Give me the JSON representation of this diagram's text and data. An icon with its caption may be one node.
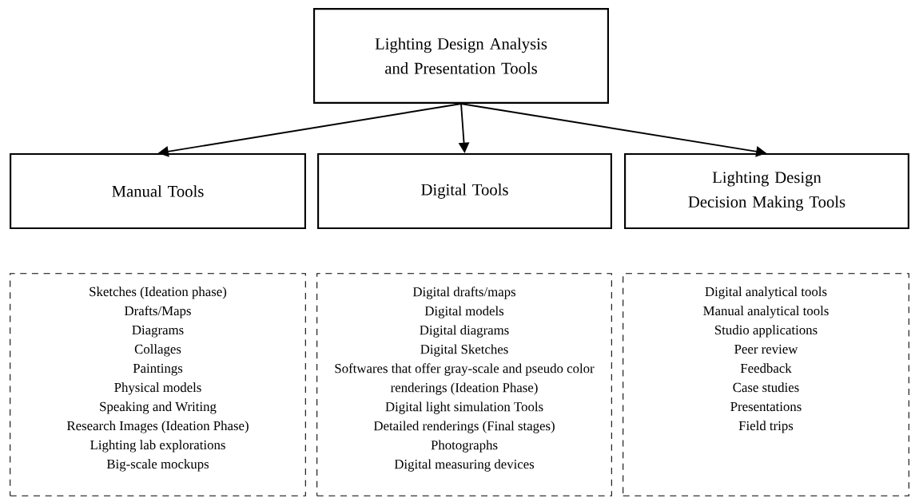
{
  "diagram": {
    "nodes": [
      {
        "text": [
          "Lighting Design Analysis and Presentation Tools"
        ]
      },
      {
        "text": [
          "Manual Tools"
        ]
      },
      {
        "text": [
          "Digital Tools"
        ]
      },
      {
        "text": [
          "Lighting Design Decision Making Tools"
        ]
      },
      {
        "text": [
          "Sketches (Ideation phase)",
          "Drafts/Maps",
          "Diagrams",
          "Collages",
          "Paintings",
          "Physical models",
          "Speaking and Writing",
          "Research Images (Ideation Phase)",
          "Lighting lab explorations",
          "Big-scale mockups"
        ]
      },
      {
        "text": [
          "Digital drafts/maps",
          "Digital models",
          "Digital diagrams",
          "Digital Sketches",
          "Softwares that offer gray-scale and pseudo color renderings (Ideation Phase)",
          "Digital light simulation Tools",
          "Detailed renderings (Final stages)",
          "Photographs",
          "Digital measuring devices"
        ]
      },
      {
        "text": [
          "Digital analytical tools",
          "Manual analytical tools",
          "Studio applications",
          "Peer review",
          "Feedback",
          "Case studies",
          "Presentations",
          "Field trips"
        ]
      }
    ],
    "edges": [
      {
        "from": 0,
        "to": 1,
        "arrow": "to"
      },
      {
        "from": 0,
        "to": 2,
        "arrow": "to"
      },
      {
        "from": 0,
        "to": 3,
        "arrow": "to"
      }
    ]
  }
}
